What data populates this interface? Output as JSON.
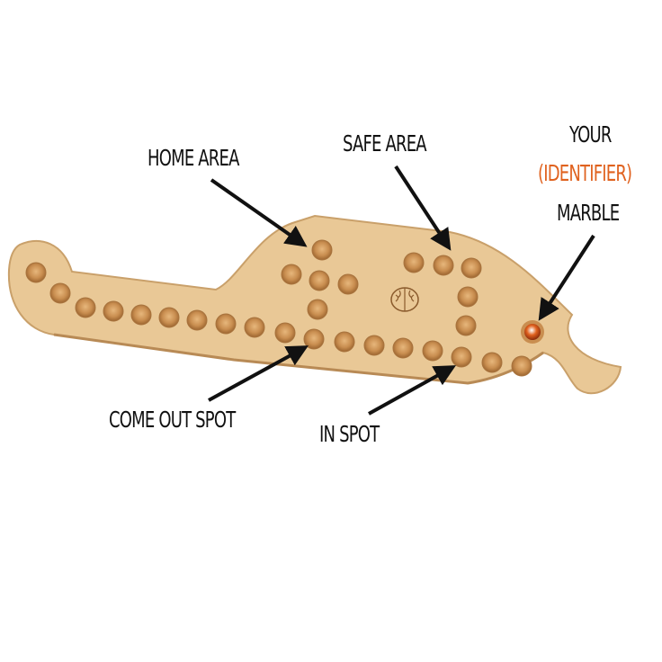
{
  "labels": {
    "home_area": "HOME AREA",
    "safe_area": "SAFE AREA",
    "your": "YOUR",
    "identifier": "(IDENTIFIER)",
    "marble": "MARBLE",
    "come_out_spot": "COME OUT SPOT",
    "in_spot": "IN SPOT"
  },
  "colors": {
    "wood": "#e9c896",
    "hole": "#c98e50",
    "accent": "#e0621f",
    "text": "#111111"
  }
}
